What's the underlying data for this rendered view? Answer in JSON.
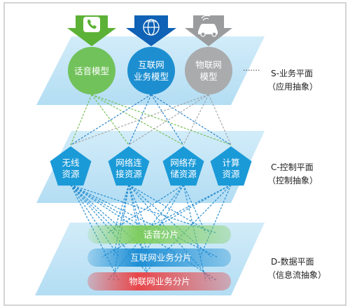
{
  "planes": [
    {
      "name": "S-业务平面",
      "sub": "（应用抽象）"
    },
    {
      "name": "C-控制平面",
      "sub": "（控制抽象）"
    },
    {
      "name": "D-数据平面",
      "sub": "（信息流抽象）"
    }
  ],
  "service_models": [
    {
      "lines": [
        "话音模型"
      ],
      "color": "#72c25b",
      "icon": "phone-icon",
      "arrow_color": "#5cb236"
    },
    {
      "lines": [
        "互联网",
        "业务模型"
      ],
      "color": "#1d8fd1",
      "icon": "www-globe-icon",
      "arrow_color": "#0f62b5"
    },
    {
      "lines": [
        "物联网",
        "模型"
      ],
      "color": "#a9abad",
      "icon": "car-icon",
      "arrow_color": "#9a9c9e"
    }
  ],
  "ellipsis": "·······",
  "resources": [
    {
      "lines": [
        "无线",
        "资源"
      ]
    },
    {
      "lines": [
        "网络连",
        "接资源"
      ]
    },
    {
      "lines": [
        "网络存",
        "储资源"
      ]
    },
    {
      "lines": [
        "计算",
        "资源"
      ]
    }
  ],
  "slices": [
    {
      "label": "话音分片",
      "color": "#7dcd5a"
    },
    {
      "label": "互联网业务分片",
      "color": "#1f8fd5"
    },
    {
      "label": "物联网业务分片",
      "color": "#e8474b"
    }
  ],
  "colors": {
    "plane": "#bfe3f6",
    "resource": "#1b9ad8",
    "frame": "#b7b7b7"
  }
}
